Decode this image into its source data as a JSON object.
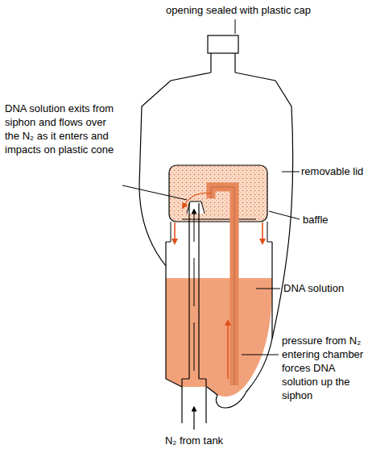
{
  "diagram": {
    "labels": [
      "opening sealed with plastic cap",
      "DNA solution exits from siphon and flows over the N₂ as it enters and impacts on plastic cone",
      "removable lid",
      "baffle",
      "DNA solution",
      "pressure from N₂ entering chamber forces DNA solution up the siphon",
      "N₂ from tank"
    ]
  }
}
